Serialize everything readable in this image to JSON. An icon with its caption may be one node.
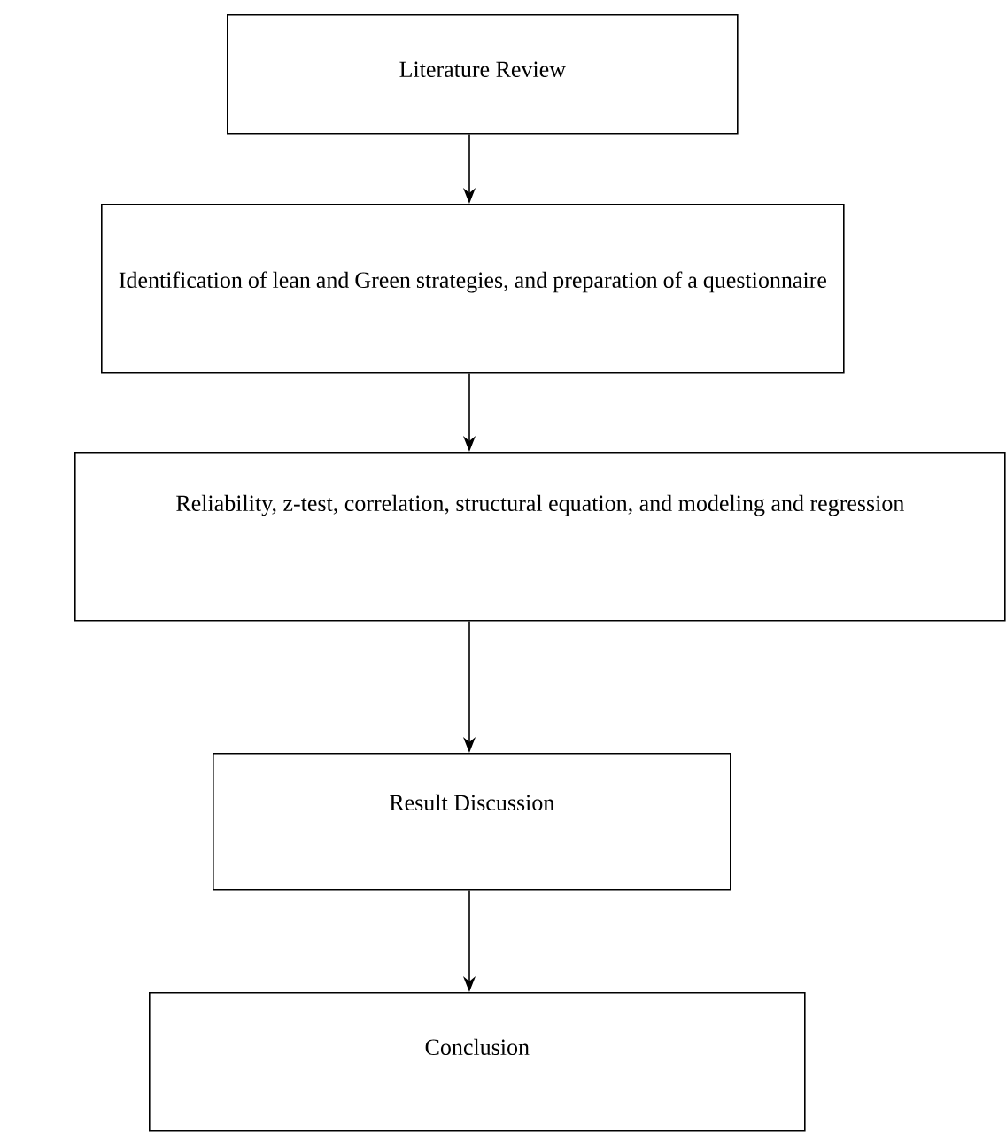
{
  "diagram": {
    "nodes": [
      {
        "text": [
          "Literature Review"
        ]
      },
      {
        "text": [
          "Identification of lean and Green strategies, and preparation of a questionnaire"
        ]
      },
      {
        "text": [
          "Reliability, z-test, correlation, structural equation, and modeling and regression"
        ]
      },
      {
        "text": [
          "Result Discussion"
        ]
      },
      {
        "text": [
          "Conclusion"
        ]
      }
    ],
    "edges": [
      {
        "from": 0,
        "to": 1,
        "arrow": "to"
      },
      {
        "from": 1,
        "to": 2,
        "arrow": "to"
      },
      {
        "from": 2,
        "to": 3,
        "arrow": "to"
      },
      {
        "from": 3,
        "to": 4,
        "arrow": "to"
      }
    ]
  }
}
